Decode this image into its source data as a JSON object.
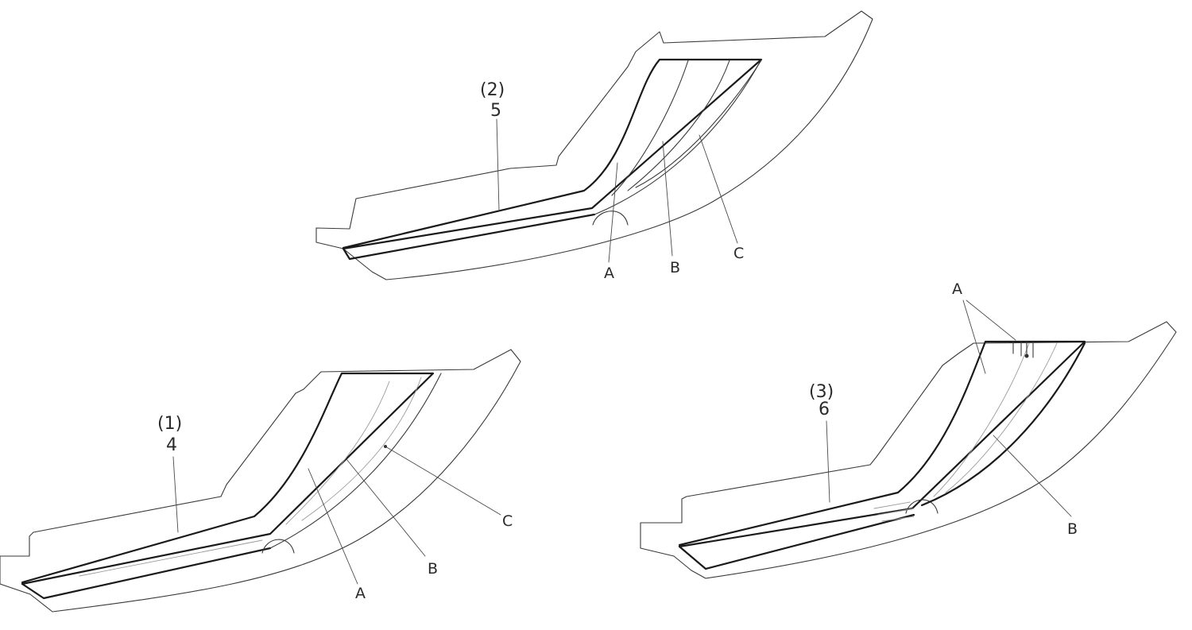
{
  "panels": {
    "panel_2": {
      "paren": "(2)",
      "number": "5",
      "letters": [
        "A",
        "B",
        "C"
      ]
    },
    "panel_1": {
      "paren": "(1)",
      "number": "4",
      "letters": [
        "A",
        "B",
        "C"
      ]
    },
    "panel_3": {
      "paren": "(3)",
      "number": "6",
      "letters": [
        "A",
        "B"
      ]
    }
  }
}
